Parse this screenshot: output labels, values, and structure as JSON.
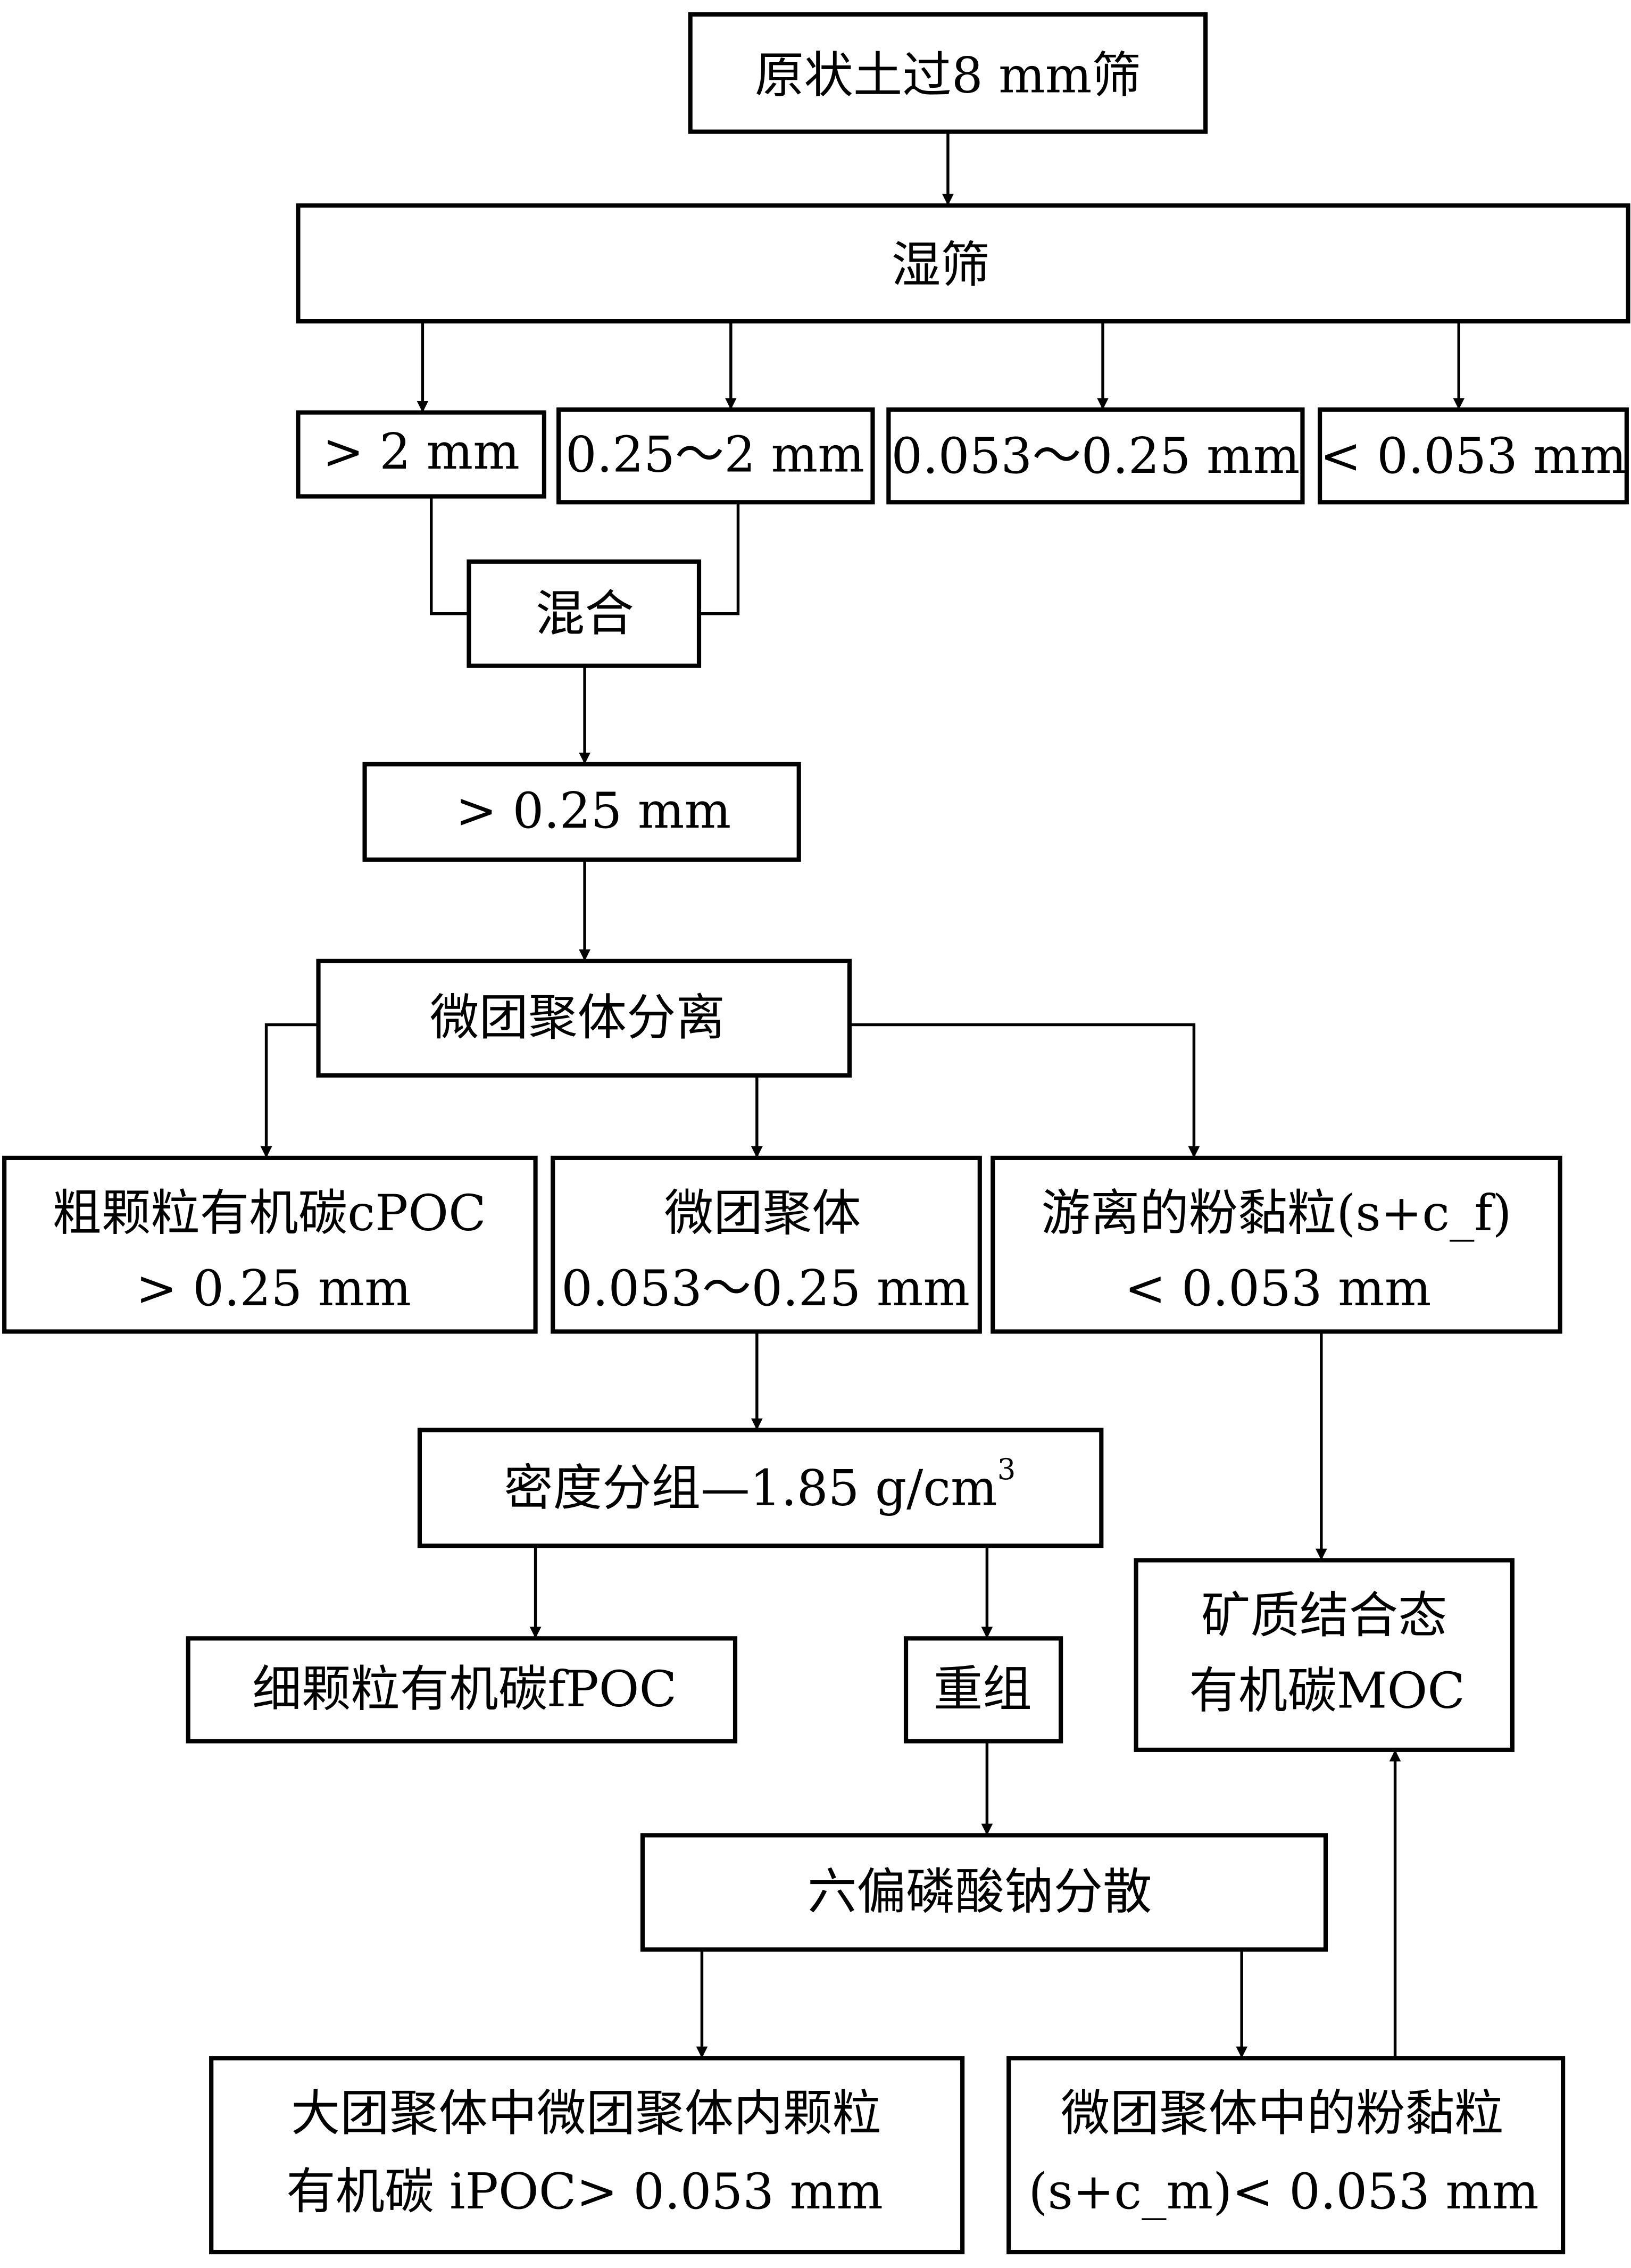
{
  "nodes": {
    "sieve_8mm": "原状土过8 mm筛",
    "wet_sieve": "湿筛",
    "gt_2mm": "> 2 mm",
    "r_025_2": "0.25～2 mm",
    "r_0053_025": "0.053～0.25 mm",
    "lt_0053": "< 0.053 mm",
    "mix": "混合",
    "gt_025": "> 0.25 mm",
    "micro_sep": "微团聚体分离",
    "cpoc": {
      "line1": "粗颗粒有机碳cPOC",
      "line2": "> 0.25 mm"
    },
    "micro_agg": {
      "line1": "微团聚体",
      "line2": "0.053～0.25 mm"
    },
    "free_silt_clay": {
      "line1": "游离的粉黏粒(s+c_f)",
      "line2": "< 0.053 mm"
    },
    "density": {
      "text": "密度分组—1.85 g/cm",
      "sup": "3"
    },
    "fpoc": "细颗粒有机碳fPOC",
    "heavy": "重组",
    "moc": {
      "line1": "矿质结合态",
      "line2": "有机碳MOC"
    },
    "hmp": "六偏磷酸钠分散",
    "ipoc": {
      "line1": "大团聚体中微团聚体内颗粒",
      "line2": "有机碳 iPOC> 0.053 mm"
    },
    "silt_micro": {
      "line1": "微团聚体中的粉黏粒",
      "line2": "(s+c_m)< 0.053 mm"
    }
  }
}
